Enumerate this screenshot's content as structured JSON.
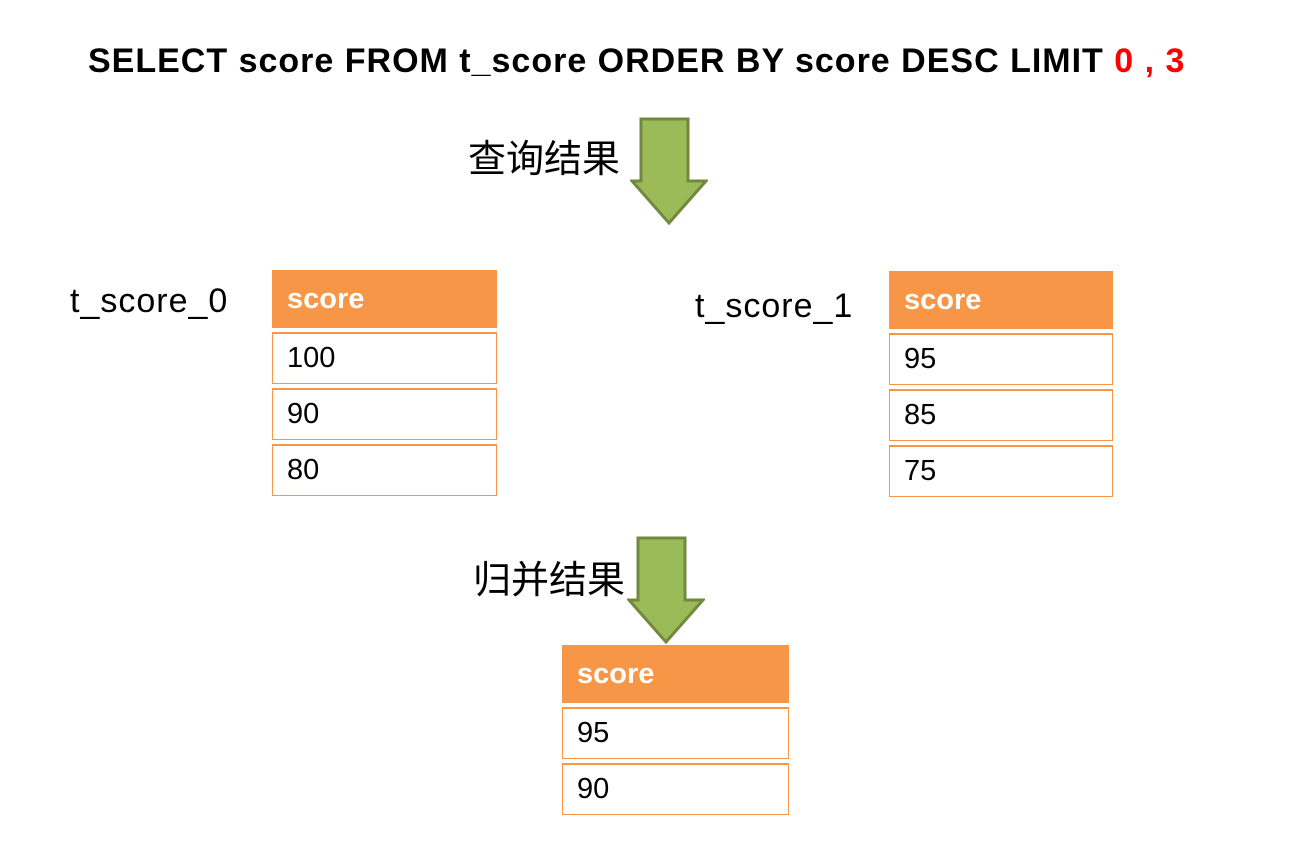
{
  "title": {
    "sql_prefix": "SELECT score FROM t_score ORDER BY score DESC LIMIT ",
    "limit_args": "0 , 3"
  },
  "flow": {
    "step1_label": "查询结果",
    "step2_label": "归并结果"
  },
  "tables": {
    "shard0": {
      "name": "t_score_0",
      "header": "score",
      "rows": [
        "100",
        "90",
        "80"
      ]
    },
    "shard1": {
      "name": "t_score_1",
      "header": "score",
      "rows": [
        "95",
        "85",
        "75"
      ]
    },
    "merged": {
      "header": "score",
      "rows": [
        "95",
        "90"
      ]
    }
  },
  "icons": {
    "step1_arrow": "down-arrow",
    "step2_arrow": "down-arrow"
  },
  "colors": {
    "table_header": "#F79646",
    "table_border": "#F79646",
    "header_text": "#FFFFFF",
    "arrow_fill": "#9BBB59",
    "arrow_stroke": "#71893F",
    "limit_highlight": "#FF0000",
    "text": "#000000",
    "background": "#FFFFFF"
  }
}
